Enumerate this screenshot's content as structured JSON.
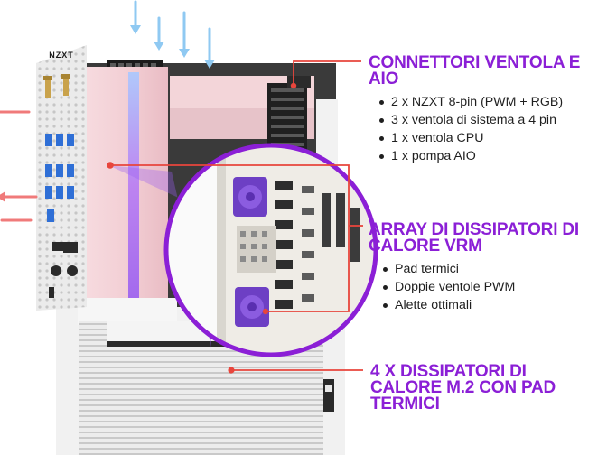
{
  "brand": {
    "logo_text": "NZXT"
  },
  "callouts": [
    {
      "id": "fan-connectors",
      "title": "CONNETTORI VENTOLA E AIO",
      "bullets": [
        "2 x NZXT 8-pin (PWM + RGB)",
        "3 x ventola di sistema a 4 pin",
        "1 x ventola CPU",
        "1 x pompa AIO"
      ]
    },
    {
      "id": "vrm-heatsink",
      "title": "ARRAY DI DISSIPATORI DI CALORE VRM",
      "bullets": [
        "Pad termici",
        "Doppie ventole PWM",
        "Alette ottimali"
      ]
    },
    {
      "id": "m2-heatsinks",
      "title": "4 X DISSIPATORI DI CALORE M.2 CON PAD TERMICI",
      "bullets": []
    }
  ],
  "colors": {
    "accent": "#8b1fd6",
    "leader": "#e8453c",
    "airflow_in": "#8fc9f2",
    "airflow_out": "#f07a7a",
    "io_shroud": "#f4d3d8",
    "board": "#2a2a2a"
  },
  "icons": [
    "airflow-arrow-icon",
    "usb-port-icon",
    "antenna-icon"
  ]
}
